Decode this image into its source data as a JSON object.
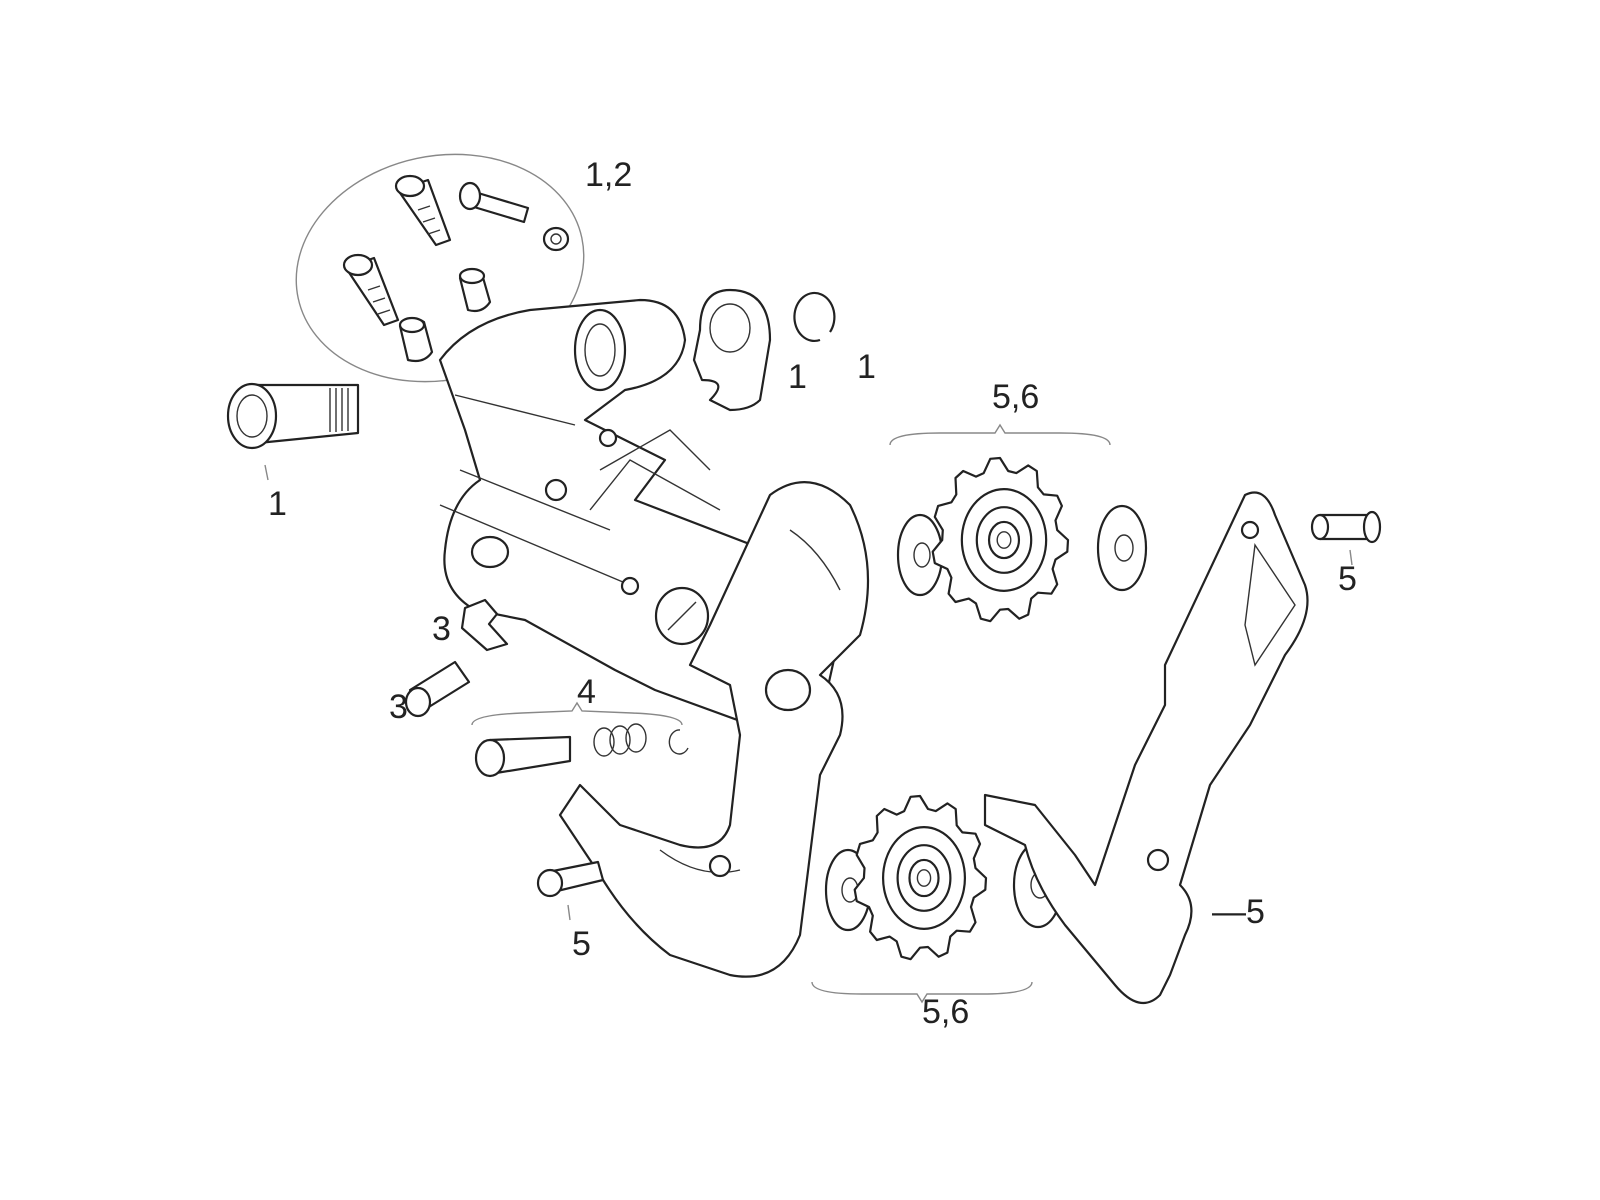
{
  "title": "Rear derailleur exploded parts diagram",
  "labels": {
    "limit_screws_group": "1,2",
    "barrel_adjuster": "1",
    "clip_ring": "1",
    "mounting_bolt": "1",
    "upper_pulley_set": "5,6",
    "cage_bolt_right": "5",
    "cable_anchor_plate": "3",
    "cable_anchor_bolt": "3",
    "b_tension_kit": "4",
    "cage_bolt_left": "5",
    "inner_cage_plate": "—5",
    "lower_pulley_set": "5,6"
  }
}
